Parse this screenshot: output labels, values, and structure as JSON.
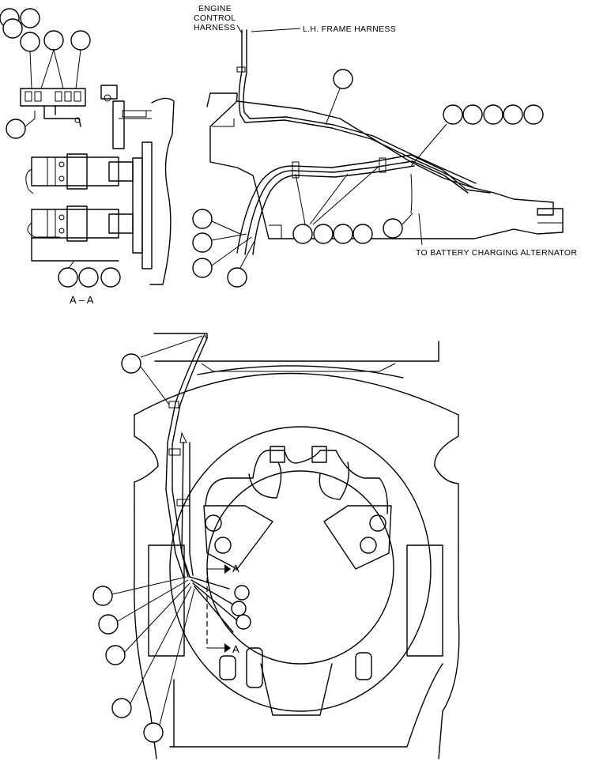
{
  "labels": {
    "engine_control_harness": [
      "ENGINE",
      "CONTROL",
      "HARNESS"
    ],
    "lh_frame_harness": "L.H. FRAME HARNESS",
    "to_battery_charging_alternator": "TO BATTERY CHARGING ALTERNATOR",
    "section_a_a": "A – A",
    "section_marker_a_top": "A",
    "section_marker_a_bottom": "A"
  }
}
